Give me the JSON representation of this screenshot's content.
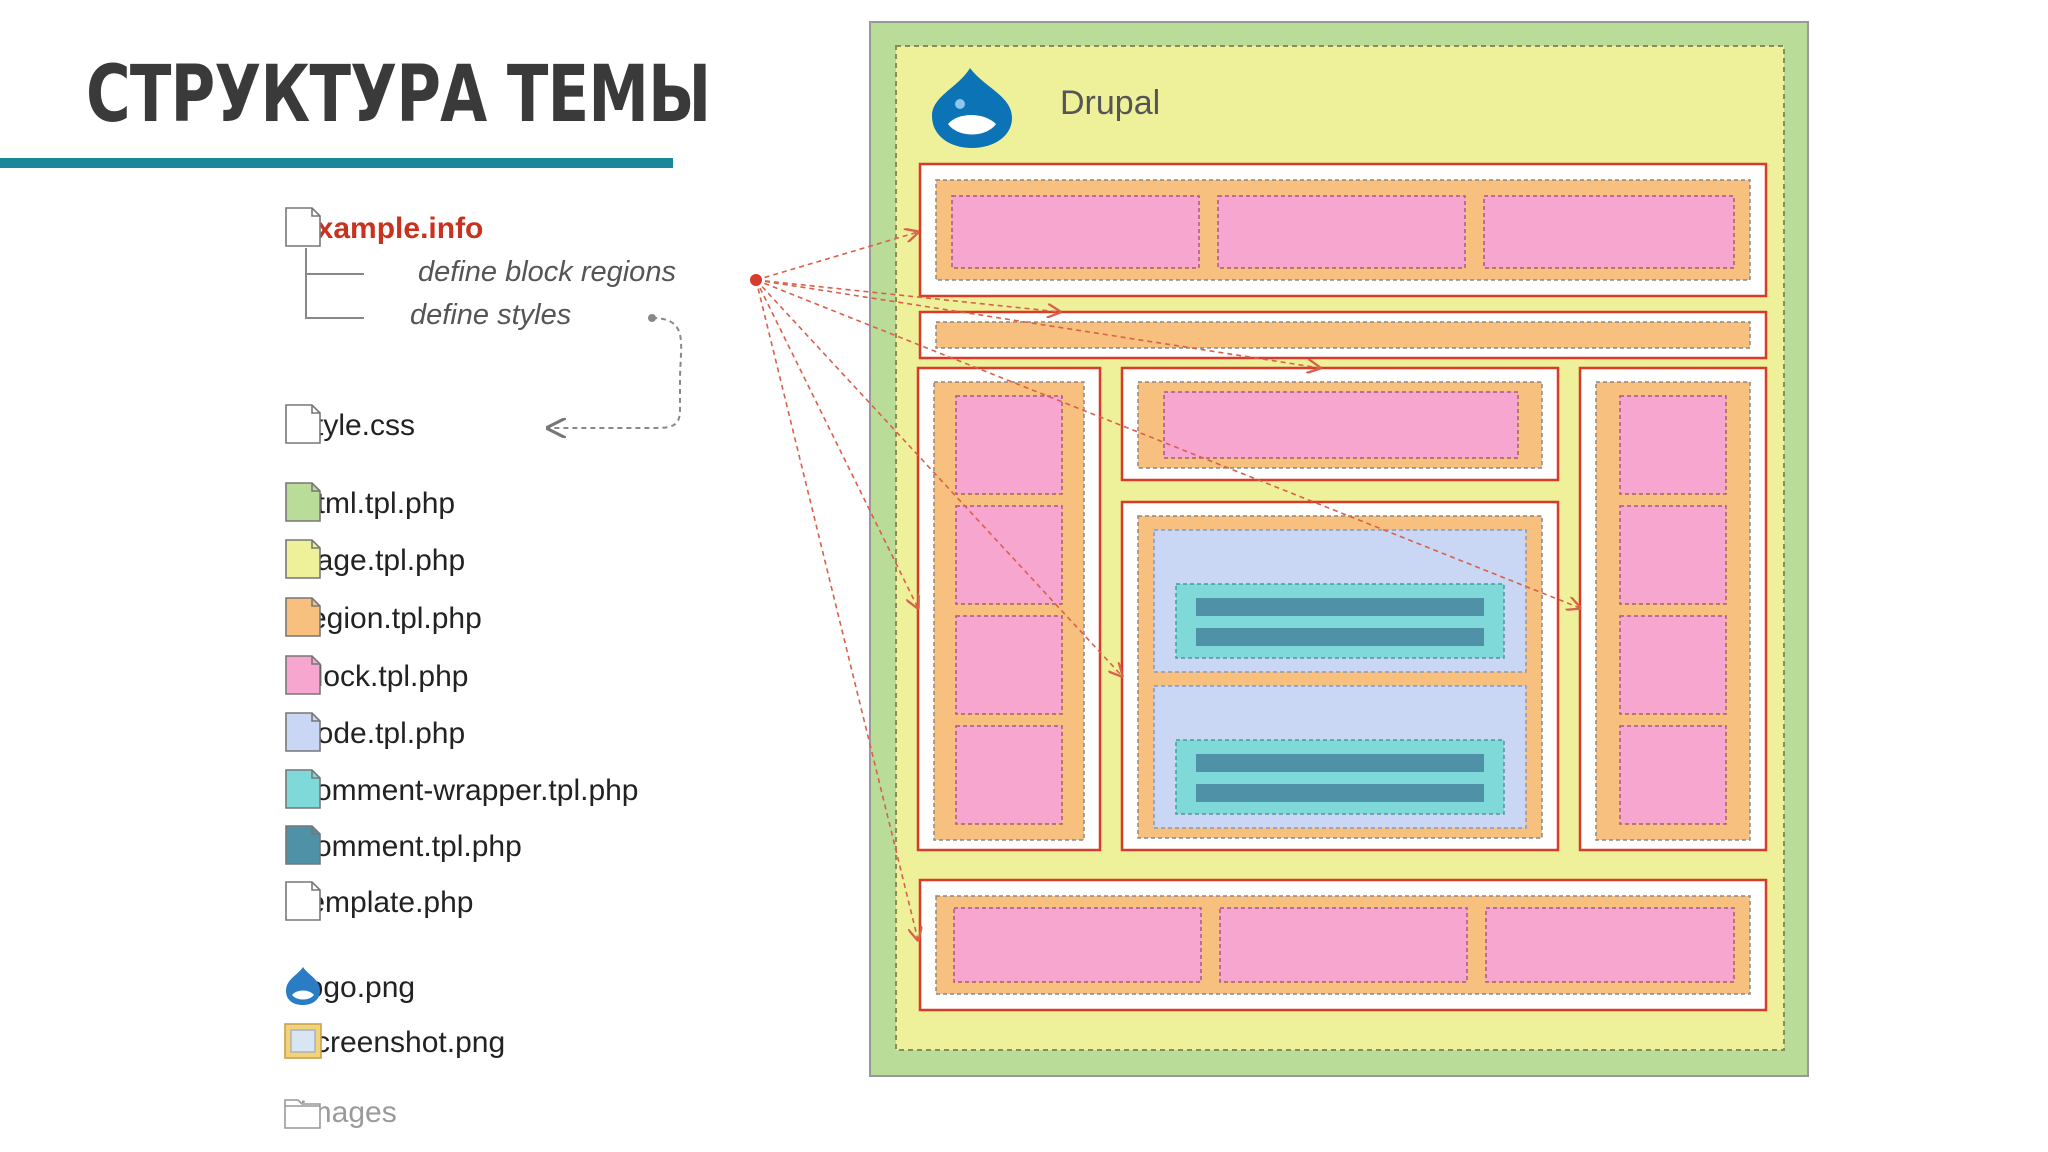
{
  "title": "СТРУКТУРА ТЕМЫ",
  "colors": {
    "accent_rule": "#1a8898",
    "info_red": "#c8321e",
    "html_green": "#b9dd98",
    "page_yellow": "#eef19a",
    "region_orange": "#f7c07f",
    "block_pink": "#f7a6cf",
    "node_blue": "#c9d6f4",
    "comment_wrapper_teal": "#7fd9d8",
    "comment_dark_teal": "#4f92a8"
  },
  "files": [
    {
      "label": "example.info",
      "icon": "file-icon",
      "color": "#ffffff"
    },
    {
      "label": "style.css",
      "icon": "file-icon",
      "color": "#ffffff"
    },
    {
      "label": "html.tpl.php",
      "icon": "file-icon",
      "color": "#b9dd98"
    },
    {
      "label": "page.tpl.php",
      "icon": "file-icon",
      "color": "#eef19a"
    },
    {
      "label": "region.tpl.php",
      "icon": "file-icon",
      "color": "#f7c07f"
    },
    {
      "label": "block.tpl.php",
      "icon": "file-icon",
      "color": "#f7a6cf"
    },
    {
      "label": "node.tpl.php",
      "icon": "file-icon",
      "color": "#c9d6f4"
    },
    {
      "label": "comment-wrapper.tpl.php",
      "icon": "file-icon",
      "color": "#7fd9d8"
    },
    {
      "label": "comment.tpl.php",
      "icon": "file-icon",
      "color": "#4f92a8"
    },
    {
      "label": "template.php",
      "icon": "file-icon",
      "color": "#ffffff"
    },
    {
      "label": "logo.png",
      "icon": "drupal-drop-icon",
      "color": "#2a7cc4"
    },
    {
      "label": "screenshot.png",
      "icon": "screenshot-icon",
      "color": "#f3d27a"
    },
    {
      "label": "images",
      "icon": "folder-icon",
      "color": "#ffffff"
    }
  ],
  "notes": {
    "block_regions": "define block regions",
    "styles": "define styles"
  },
  "diagram": {
    "brand": "Drupal"
  }
}
